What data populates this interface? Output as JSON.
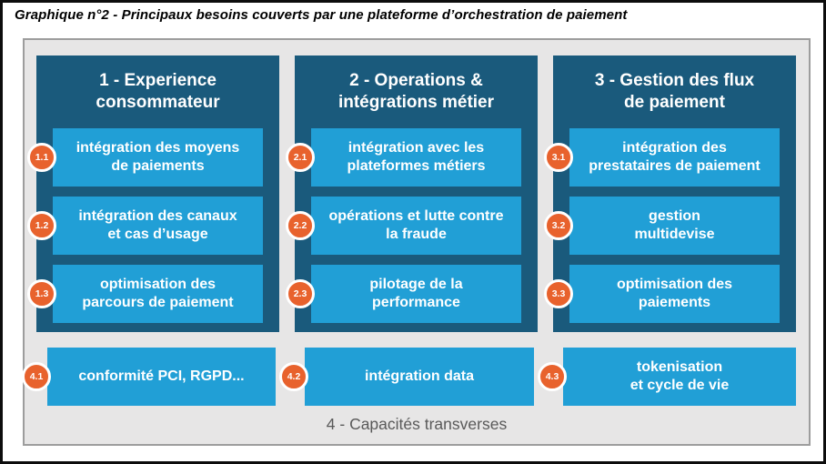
{
  "title": "Graphique n°2 - Principaux besoins couverts par une plateforme d’orchestration de paiement",
  "colors": {
    "column_bg": "#1A5A7C",
    "box_bg": "#219FD6",
    "badge_bg": "#E8622D",
    "badge_ring": "#FFFFFF",
    "canvas_bg": "#E7E6E6",
    "canvas_border": "#9D9D9D",
    "caption_text": "#595959",
    "frame": "#000000",
    "text_on_blue": "#FFFFFF"
  },
  "columns": [
    {
      "header": "1 - Experience\nconsommateur",
      "items": [
        {
          "badge": "1.1",
          "label": "intégration des moyens\nde paiements"
        },
        {
          "badge": "1.2",
          "label": "intégration des canaux\net cas d’usage"
        },
        {
          "badge": "1.3",
          "label": "optimisation des\nparcours de paiement"
        }
      ]
    },
    {
      "header": "2 - Operations &\nintégrations métier",
      "items": [
        {
          "badge": "2.1",
          "label": "intégration avec les\nplateformes métiers"
        },
        {
          "badge": "2.2",
          "label": "opérations et lutte contre\nla fraude"
        },
        {
          "badge": "2.3",
          "label": "pilotage de la\nperformance"
        }
      ]
    },
    {
      "header": "3 - Gestion des flux\nde paiement",
      "items": [
        {
          "badge": "3.1",
          "label": "intégration des\nprestataires de paiement"
        },
        {
          "badge": "3.2",
          "label": "gestion\nmultidevise"
        },
        {
          "badge": "3.3",
          "label": "optimisation des\npaiements"
        }
      ]
    }
  ],
  "transverse": {
    "caption": "4 - Capacités transverses",
    "items": [
      {
        "badge": "4.1",
        "label": "conformité PCI, RGPD..."
      },
      {
        "badge": "4.2",
        "label": "intégration data"
      },
      {
        "badge": "4.3",
        "label": "tokenisation\net cycle de vie"
      }
    ]
  }
}
